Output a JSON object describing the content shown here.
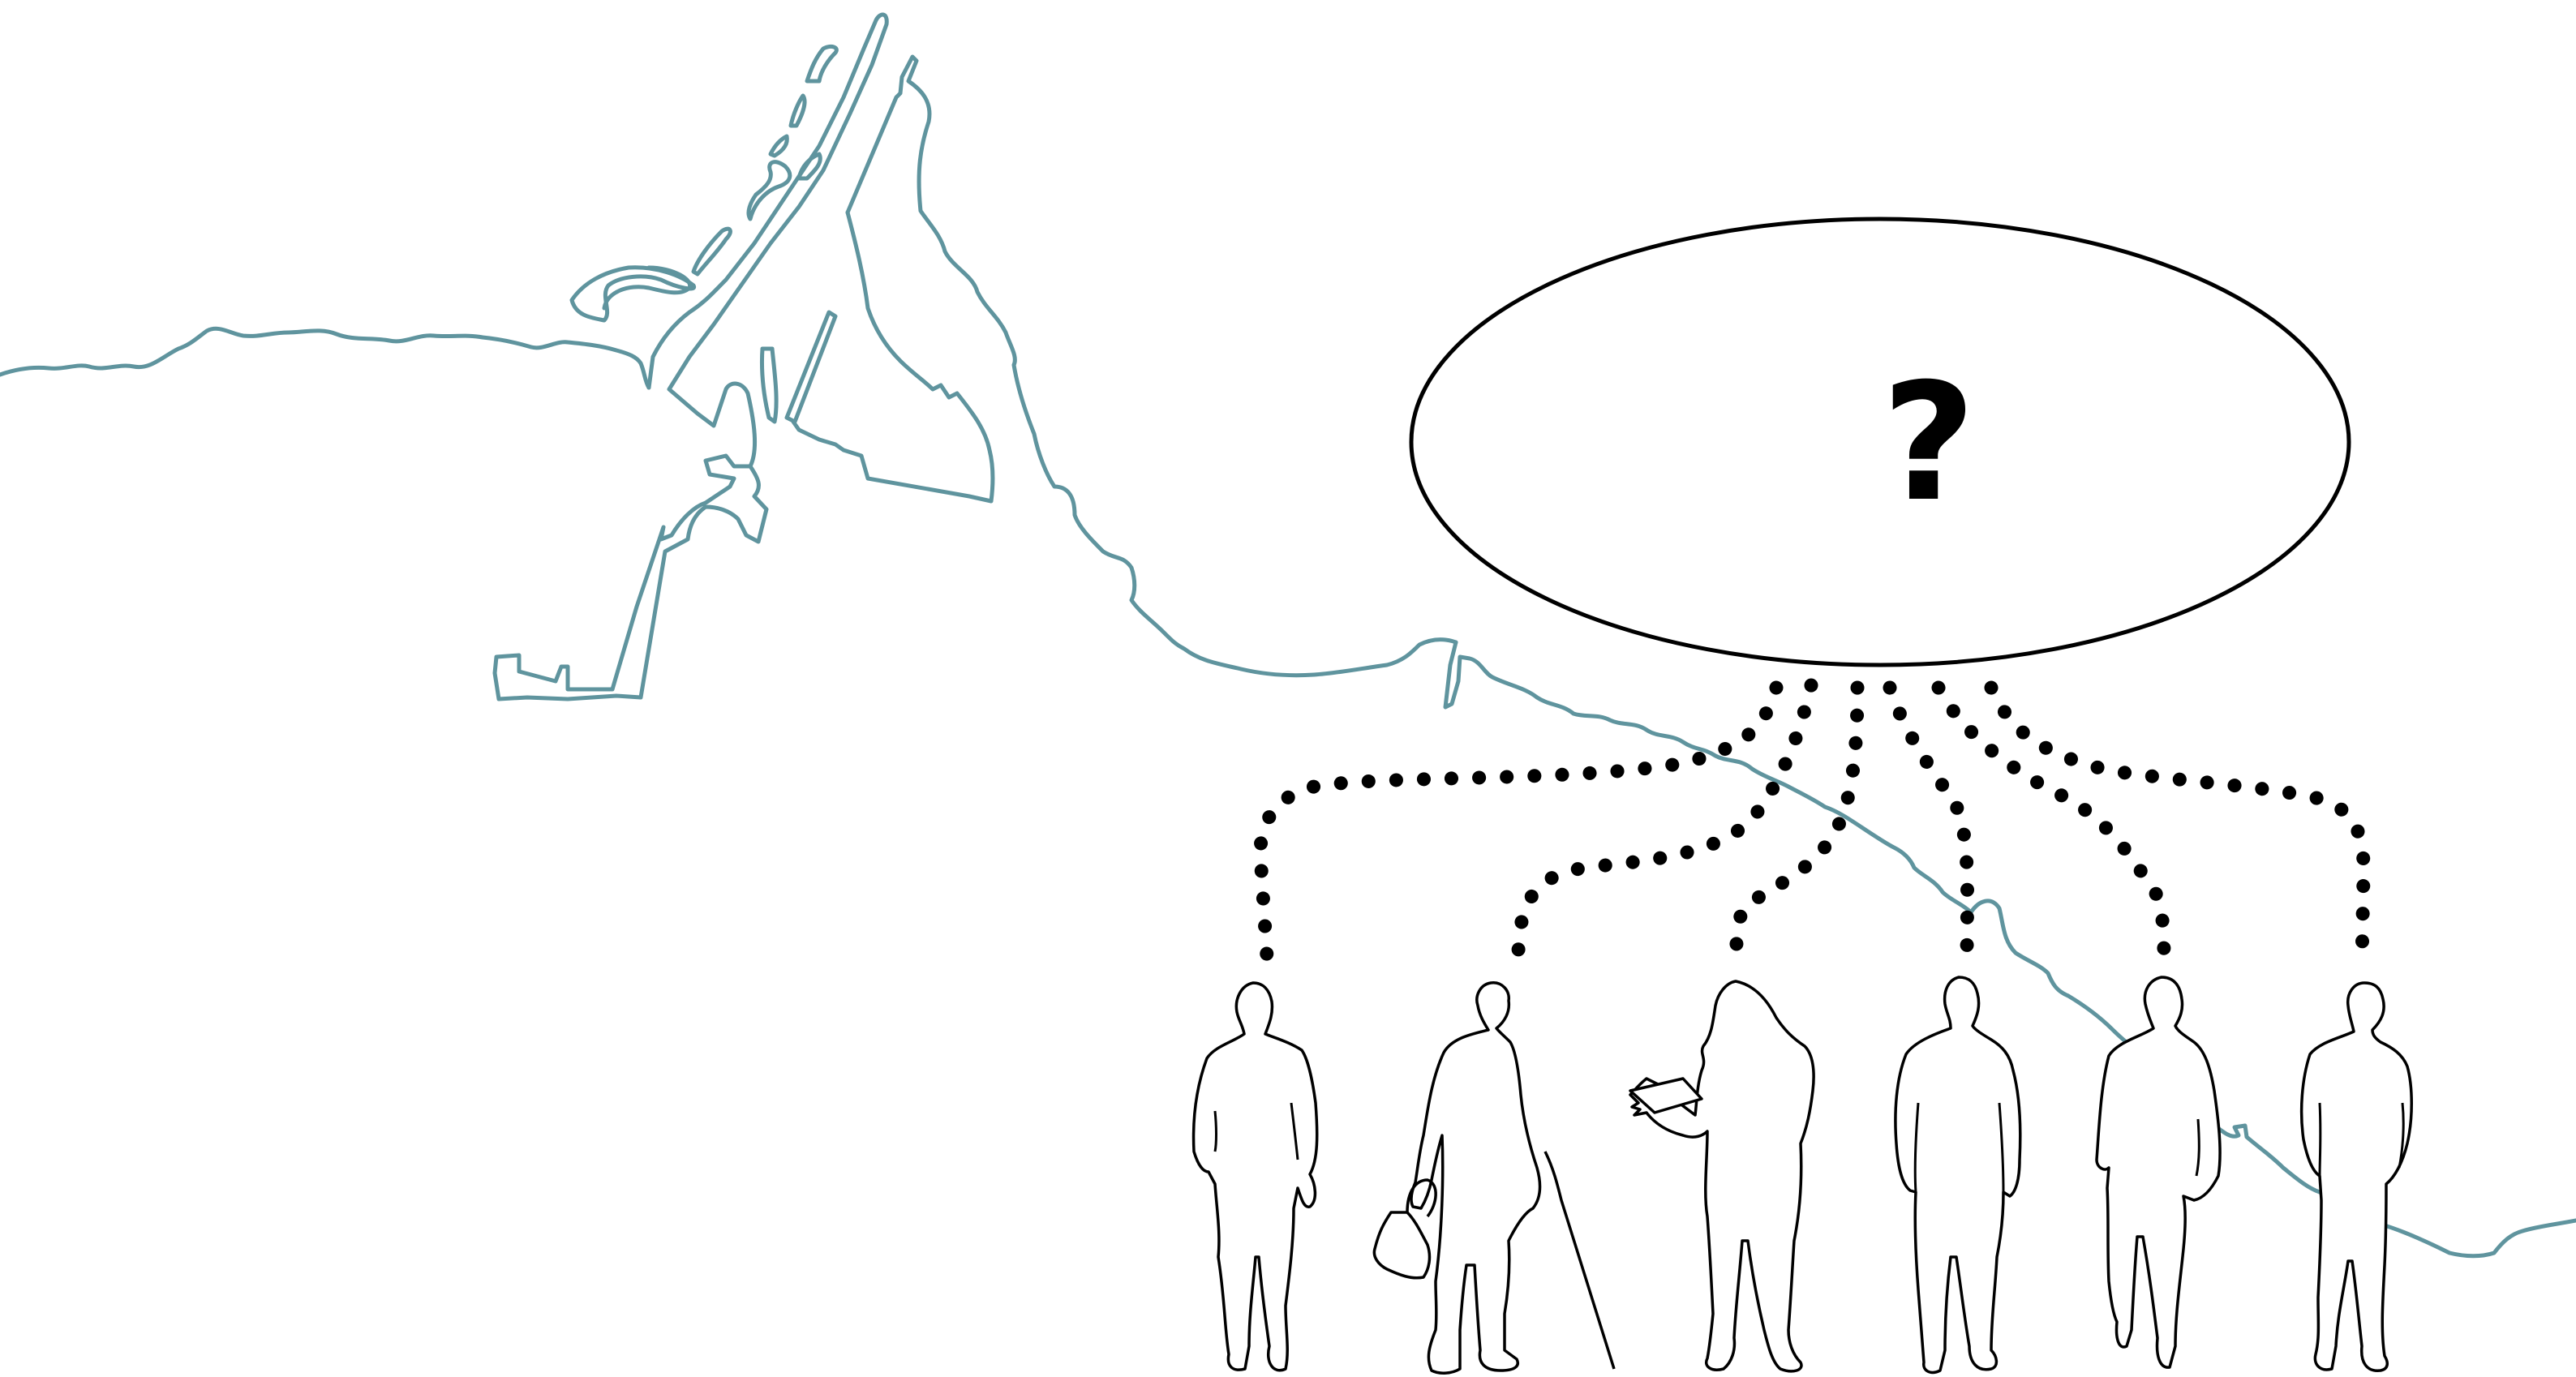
{
  "bubble": {
    "text": "?"
  },
  "colors": {
    "coastline": "#5f949e",
    "ink": "#000000",
    "background": "#ffffff"
  },
  "icons": {
    "coastline": "coastline-map-outline",
    "bubble": "thought-bubble-ellipse",
    "people": [
      "person-man-icon",
      "person-elderly-cane-icon",
      "person-woman-reading-icon",
      "person-man-standing-icon",
      "person-man-walking-icon",
      "person-man-hands-in-pockets-icon"
    ]
  },
  "connectors": {
    "count": 6,
    "style": "dotted"
  }
}
